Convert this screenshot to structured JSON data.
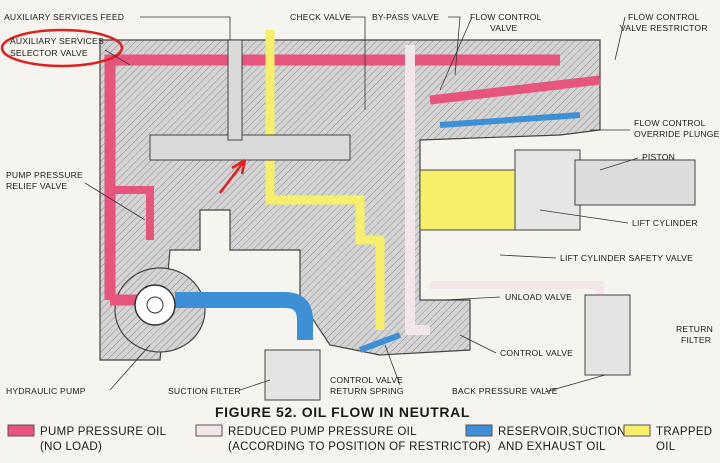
{
  "labels": {
    "auxiliary_services_feed": "AUXILIARY SERVICES FEED",
    "selector_valve_line1": "AUXILIARY SERVICES",
    "selector_valve_line2": "SELECTOR VALVE",
    "check_valve": "CHECK VALVE",
    "bypass_valve": "BY-PASS VALVE",
    "flow_control_valve_line1": "FLOW CONTROL",
    "flow_control_valve_line2": "VALVE",
    "flow_control_restrictor_line1": "FLOW CONTROL",
    "flow_control_restrictor_line2": "VALVE RESTRICTOR",
    "override_plunger_line1": "FLOW CONTROL",
    "override_plunger_line2": "OVERRIDE PLUNGER",
    "piston": "PISTON",
    "pump_relief_line1": "PUMP PRESSURE",
    "pump_relief_line2": "RELIEF VALVE",
    "lift_cylinder": "LIFT CYLINDER",
    "lift_safety_valve": "LIFT CYLINDER SAFETY VALVE",
    "unload_valve": "UNLOAD VALVE",
    "return_filter_line1": "RETURN",
    "return_filter_line2": "FILTER",
    "control_valve": "CONTROL VALVE",
    "return_spring_line1": "CONTROL VALVE",
    "return_spring_line2": "RETURN SPRING",
    "back_pressure_valve": "BACK PRESSURE VALVE",
    "suction_filter": "SUCTION FILTER",
    "hydraulic_pump": "HYDRAULIC PUMP"
  },
  "figure_title": "FIGURE 52.  OIL FLOW IN NEUTRAL",
  "legend": [
    {
      "line1": "PUMP PRESSURE OIL",
      "line2": "(NO LOAD)",
      "color": "#e8557c"
    },
    {
      "line1": "REDUCED PUMP PRESSURE OIL",
      "line2": "(ACCORDING TO POSITION OF RESTRICTOR)",
      "color": "#f2e6ea"
    },
    {
      "line1": "RESERVOIR,SUCTION",
      "line2": "AND EXHAUST OIL",
      "color": "#3d8fd6"
    },
    {
      "line1": "TRAPPED",
      "line2": "OIL",
      "color": "#f7ef6a"
    }
  ],
  "colors": {
    "pressure": "#e8557c",
    "reduced": "#f2e6ea",
    "reservoir": "#3d8fd6",
    "trapped": "#f7ef6a",
    "body": "#cfcfcf",
    "annotation": "#e02020"
  }
}
